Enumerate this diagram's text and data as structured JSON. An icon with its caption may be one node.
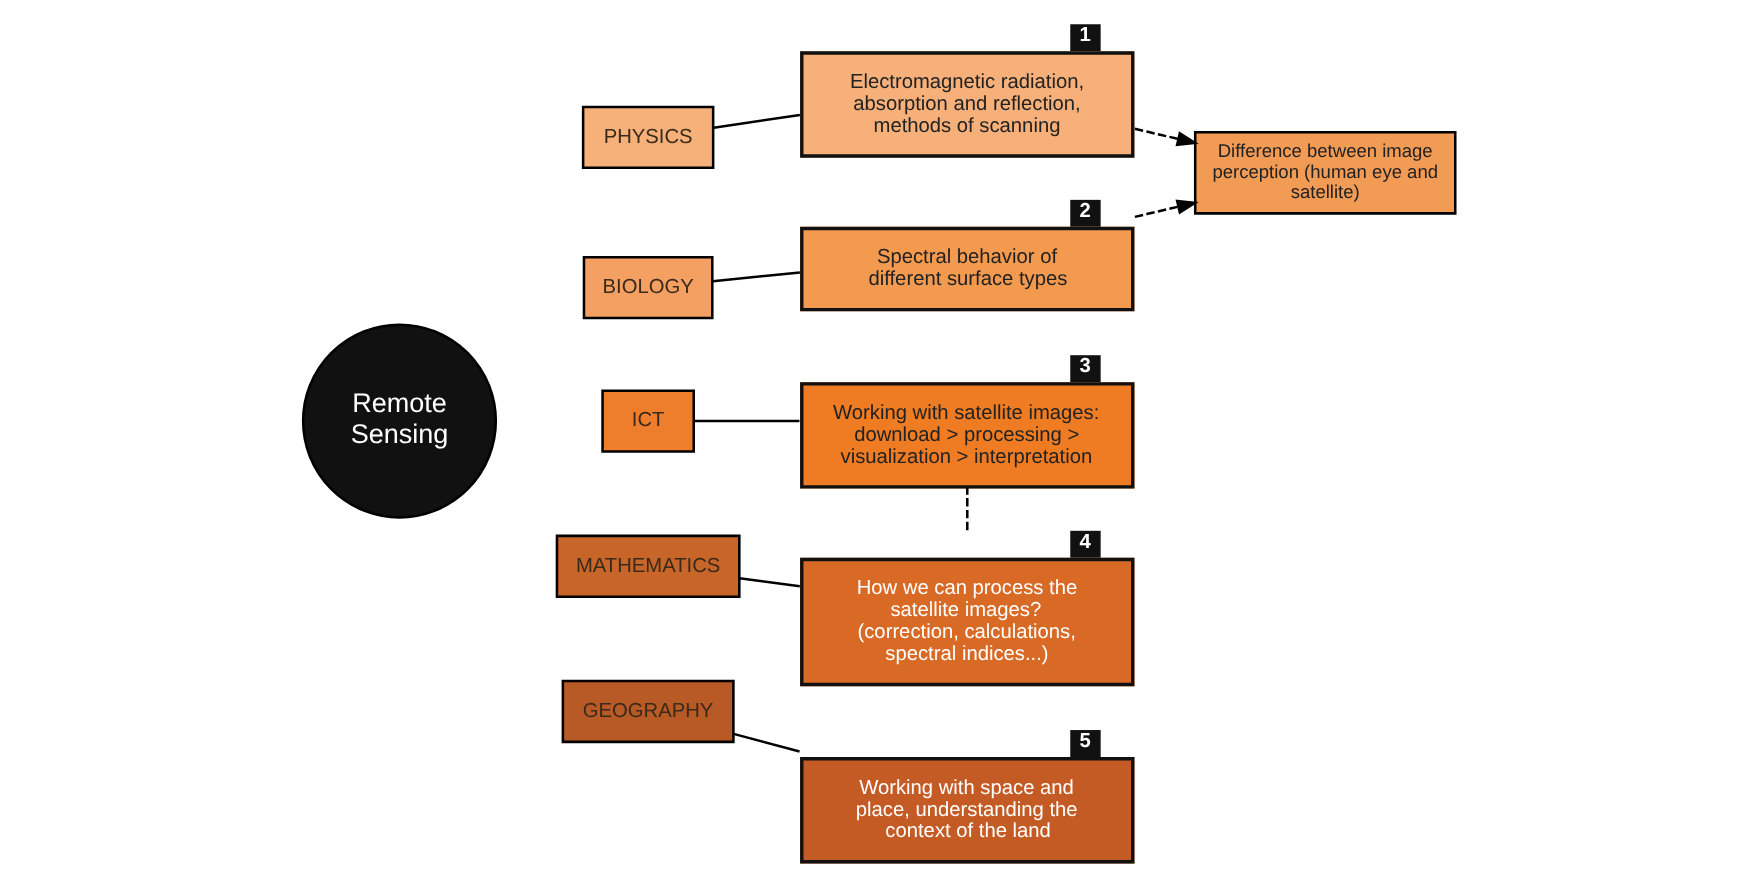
{
  "diagram": {
    "nodes": [
      {
        "text": [
          "Remote Sensing"
        ]
      },
      {
        "text": [
          "PHYSICS"
        ]
      },
      {
        "text": [
          "BIOLOGY"
        ]
      },
      {
        "text": [
          "ICT"
        ]
      },
      {
        "text": [
          "MATHEMATICS"
        ]
      },
      {
        "text": [
          "GEOGRAPHY"
        ]
      },
      {
        "text": [
          "Electromagnetic radiation, absorption and reflection, methods of scanning"
        ],
        "beside": [
          "1"
        ]
      },
      {
        "text": [
          "Difference between image perception (human eye and satellite)"
        ]
      },
      {
        "text": [
          "Spectral behavior of different surface types"
        ],
        "beside": [
          "2"
        ]
      },
      {
        "text": [
          "Working with satellite images: download > processing > visualization > interpretation"
        ],
        "beside": [
          "3"
        ]
      },
      {
        "text": [
          "How we can process the satellite images? (correction, calculations, spectral indices...)"
        ],
        "beside": [
          "4"
        ]
      },
      {
        "text": [
          "Working with space and place, understanding the context of the land"
        ],
        "beside": [
          "5"
        ]
      }
    ],
    "edges": [
      {
        "from": 1,
        "to": 6,
        "arrow": "none"
      },
      {
        "from": 2,
        "to": 8,
        "arrow": "none"
      },
      {
        "from": 3,
        "to": 9,
        "arrow": "none"
      },
      {
        "from": 4,
        "to": 10,
        "arrow": "none"
      },
      {
        "from": 5,
        "to": 11,
        "arrow": "none"
      },
      {
        "from": 6,
        "to": 7,
        "arrow": "to",
        "style": "dashed"
      },
      {
        "from": 8,
        "to": 7,
        "arrow": "to",
        "style": "dashed"
      },
      {
        "from": 10,
        "to": 9,
        "arrow": "none",
        "style": "dashed"
      }
    ]
  }
}
